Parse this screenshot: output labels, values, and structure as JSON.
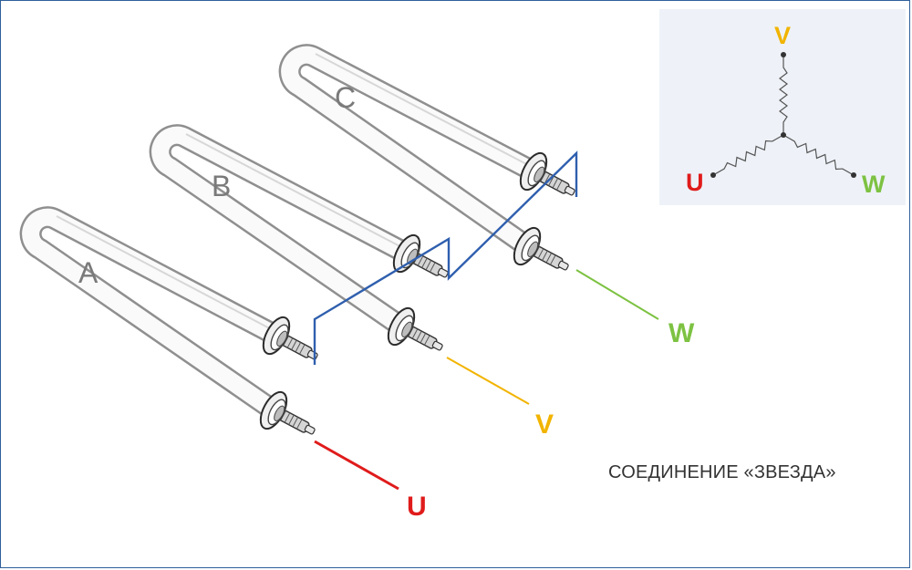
{
  "elements": [
    {
      "label": "A"
    },
    {
      "label": "B"
    },
    {
      "label": "C"
    }
  ],
  "terminals": [
    {
      "label": "U",
      "color": "#e01b1b"
    },
    {
      "label": "V",
      "color": "#f2b400"
    },
    {
      "label": "W",
      "color": "#7dc242"
    }
  ],
  "star_link_color": "#2f5fae",
  "caption": "СОЕДИНЕНИЕ «ЗВЕЗДА»",
  "schematic": {
    "top_label": "V",
    "left_label": "U",
    "right_label": "W"
  }
}
